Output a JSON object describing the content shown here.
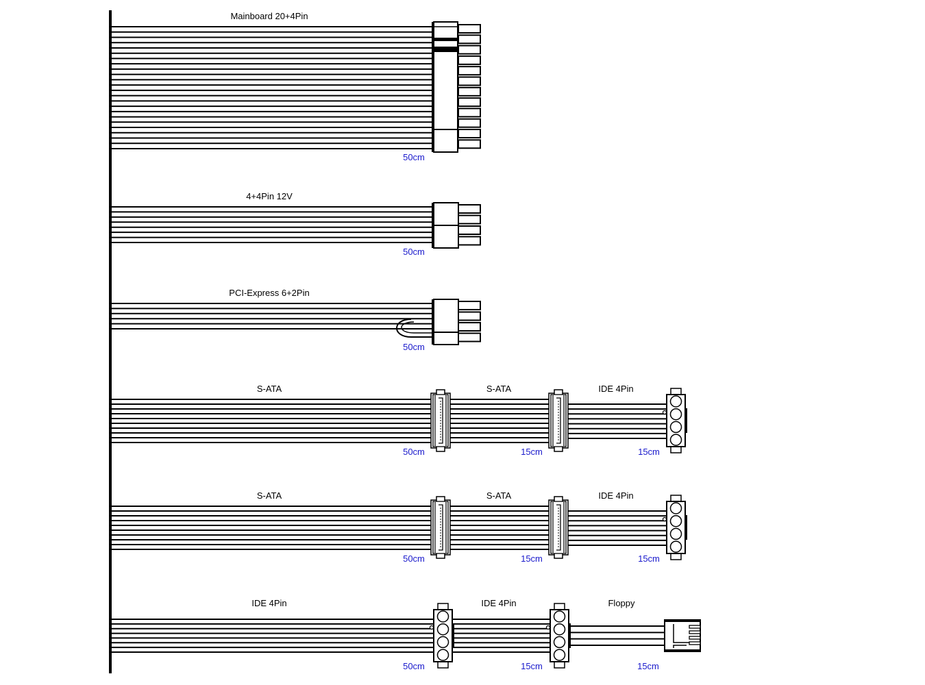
{
  "diagram": {
    "title": "PSU cable layout",
    "cables": [
      {
        "id": "mainboard",
        "segments": [
          {
            "label": "Mainboard 20+4Pin",
            "length": "50cm",
            "connector": "atx-24pin",
            "wires": 24
          }
        ]
      },
      {
        "id": "eps",
        "segments": [
          {
            "label": "4+4Pin 12V",
            "length": "50cm",
            "connector": "eps-8pin",
            "wires": 8
          }
        ]
      },
      {
        "id": "pcie",
        "segments": [
          {
            "label": "PCI-Express 6+2Pin",
            "length": "50cm",
            "connector": "pcie-8pin",
            "wires": 6
          }
        ]
      },
      {
        "id": "sata-chain-1",
        "segments": [
          {
            "label": "S-ATA",
            "length": "50cm",
            "connector": "sata",
            "wires": 10
          },
          {
            "label": "S-ATA",
            "length": "15cm",
            "connector": "sata",
            "wires": 10
          },
          {
            "label": "IDE 4Pin",
            "length": "15cm",
            "connector": "molex",
            "wires": 8
          }
        ]
      },
      {
        "id": "sata-chain-2",
        "segments": [
          {
            "label": "S-ATA",
            "length": "50cm",
            "connector": "sata",
            "wires": 10
          },
          {
            "label": "S-ATA",
            "length": "15cm",
            "connector": "sata",
            "wires": 10
          },
          {
            "label": "IDE 4Pin",
            "length": "15cm",
            "connector": "molex",
            "wires": 8
          }
        ]
      },
      {
        "id": "molex-chain",
        "segments": [
          {
            "label": "IDE 4Pin",
            "length": "50cm",
            "connector": "molex",
            "wires": 8
          },
          {
            "label": "IDE 4Pin",
            "length": "15cm",
            "connector": "molex",
            "wires": 8
          },
          {
            "label": "Floppy",
            "length": "15cm",
            "connector": "floppy",
            "wires": 4
          }
        ]
      }
    ],
    "colors": {
      "wire": "#000000",
      "length_text": "#1a1acc",
      "label_text": "#000000"
    }
  }
}
